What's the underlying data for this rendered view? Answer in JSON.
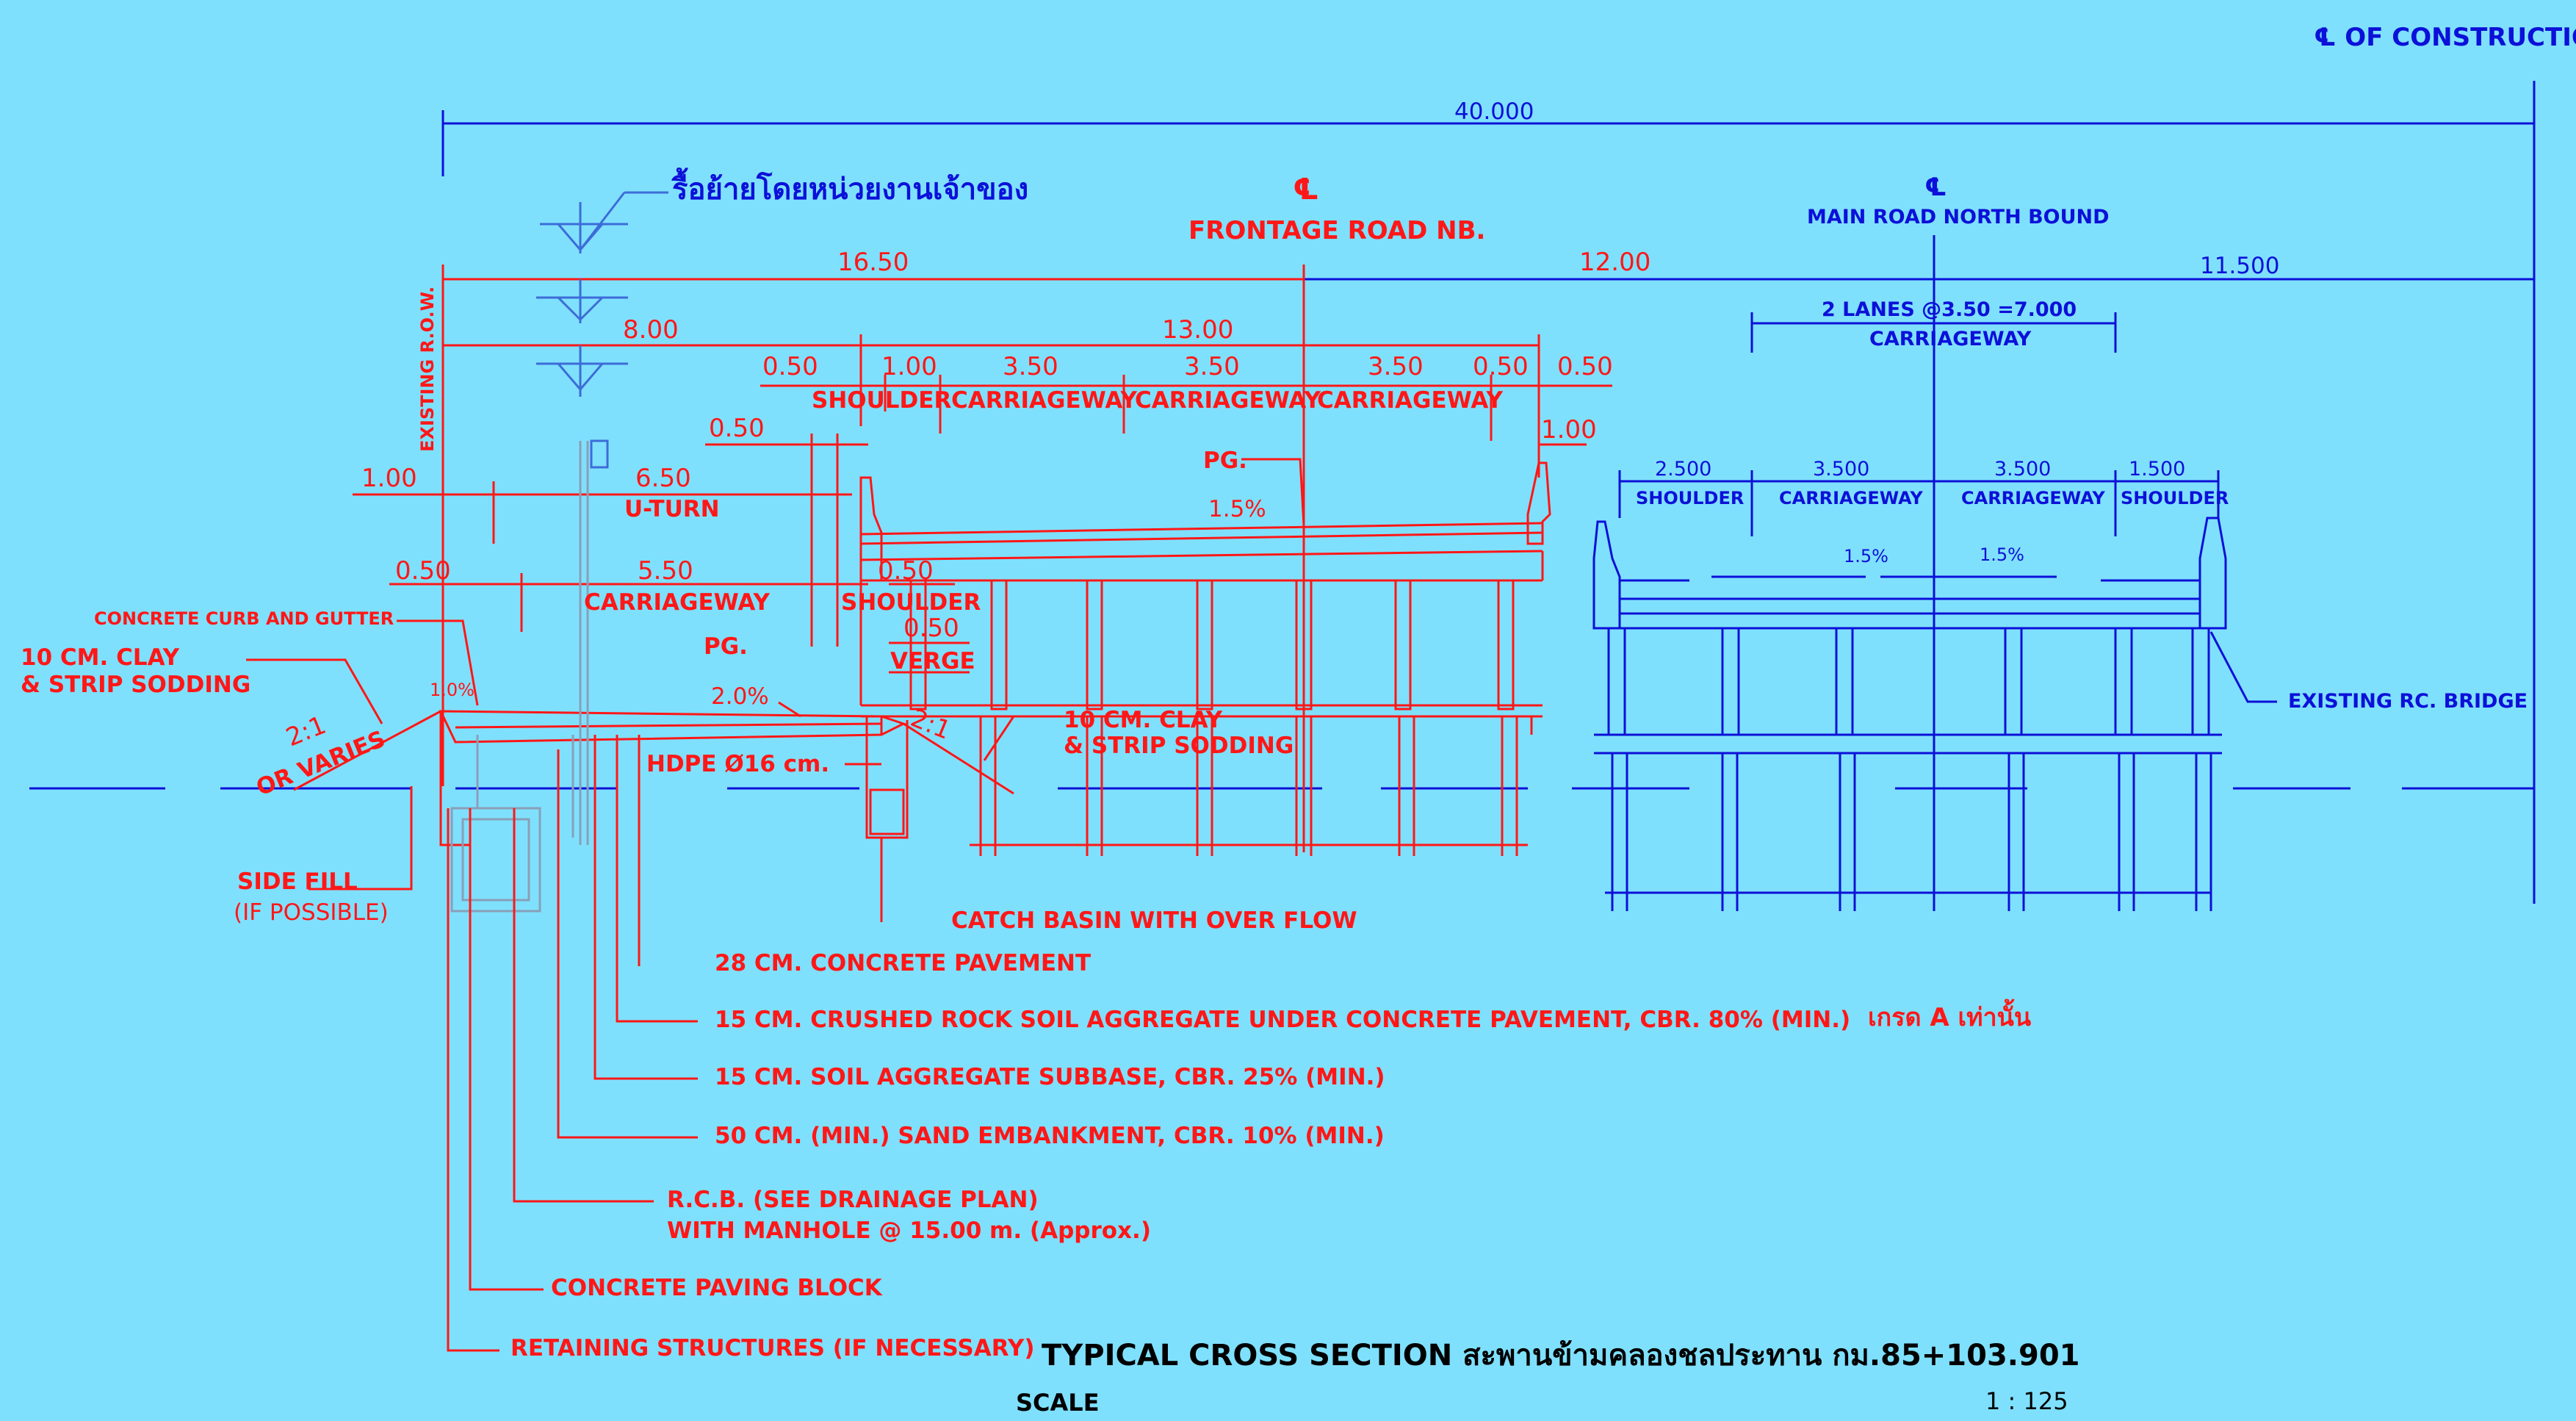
{
  "header": {
    "construction": "℄ OF CONSTRUCTION"
  },
  "dims": {
    "total": "40.000",
    "d1650": "16.50",
    "d1200": "12.00",
    "d11500": "11.500",
    "d800": "8.00",
    "d1300": "13.00",
    "d050a": "0.50",
    "d100a": "1.00",
    "d350a": "3.50",
    "d350b": "3.50",
    "d350c": "3.50",
    "d050b": "0.50",
    "d050c": "0.50",
    "d050d": "0.50",
    "d100b": "1.00",
    "d100c": "1.00",
    "d650": "6.50",
    "d050e": "0.50",
    "d550": "5.50",
    "d050f": "0.50",
    "d050g": "0.50"
  },
  "labels": {
    "relocate": "รื้อย้ายโดยหน่วยงานเจ้าของ",
    "cl_frontage": "℄",
    "frontage_road": "FRONTAGE ROAD NB.",
    "cl_main": "℄",
    "main_road": "MAIN ROAD NORTH BOUND",
    "lanes": "2 LANES @3.50 =7.000",
    "carriageway_blue": "CARRIAGEWAY",
    "existing_row": "EXISTING R.O.W.",
    "shoulder_r": "SHOULDER",
    "carriageway_r1": "CARRIAGEWAY",
    "carriageway_r2": "CARRIAGEWAY",
    "carriageway_r3": "CARRIAGEWAY",
    "uturn": "U-TURN",
    "carriageway_r4": "CARRIAGEWAY",
    "shoulder_r2": "SHOULDER",
    "verge": "VERGE",
    "pg1": "PG.",
    "pg2": "PG.",
    "slope1": "1.5%",
    "slope2": "1.0%",
    "slope3": "2.0%",
    "curb": "CONCRETE CURB AND GUTTER",
    "clay1a": "10 CM. CLAY",
    "clay1b": "& STRIP SODDING",
    "ratio1": "2:1",
    "ratio1b": "OR VARIES",
    "ratio2": "2:1",
    "clay2a": "10 CM. CLAY",
    "clay2b": "& STRIP SODDING",
    "hdpe": "HDPE Ø16 cm.",
    "sidefill_a": "SIDE FILL",
    "sidefill_b": "(IF POSSIBLE)",
    "catch_basin": "CATCH BASIN WITH OVER FLOW",
    "pave28": "28 CM. CONCRETE PAVEMENT",
    "crushed": "15 CM. CRUSHED ROCK SOIL AGGREGATE UNDER CONCRETE PAVEMENT, CBR. 80% (MIN.)",
    "grade_a": "เกรด A เท่านั้น",
    "subbase": "15 CM. SOIL AGGREGATE SUBBASE, CBR. 25% (MIN.)",
    "sand": "50 CM. (MIN.) SAND EMBANKMENT, CBR. 10% (MIN.)",
    "rcb_a": "R.C.B. (SEE DRAINAGE PLAN)",
    "rcb_b": "WITH MANHOLE @ 15.00 m. (Approx.)",
    "paving_block": "CONCRETE PAVING BLOCK",
    "retaining": "RETAINING STRUCTURES (IF NECESSARY)",
    "b_2500": "2.500",
    "b_3500a": "3.500",
    "b_3500b": "3.500",
    "b_1500": "1.500",
    "b_shoulder1": "SHOULDER",
    "b_carr1": "CARRIAGEWAY",
    "b_carr2": "CARRIAGEWAY",
    "b_shoulder2": "SHOULDER",
    "b_slope1": "1.5%",
    "b_slope2": "1.5%",
    "existing_bridge": "EXISTING RC. BRIDGE"
  },
  "footer": {
    "title": "TYPICAL CROSS SECTION สะพานข้ามคลองชลประทาน กม.85+103.901",
    "scale_label": "SCALE",
    "scale_value": "1 : 125"
  },
  "colors": {
    "background": "#7fe0fd",
    "proposed": "#ff1717",
    "existing": "#0c10d8",
    "utility": "#3c6cd8",
    "title": "#000000"
  }
}
